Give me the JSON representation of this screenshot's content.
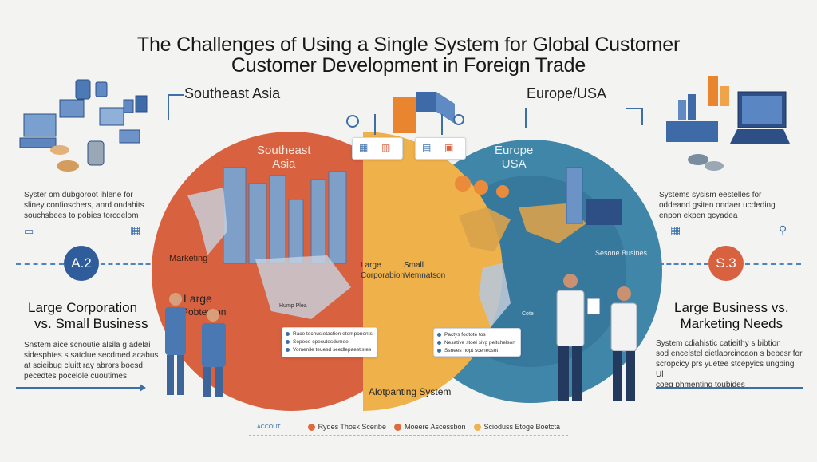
{
  "title": {
    "line1": "The Challenges of Using a Single System for Global Customer",
    "line2": "Customer Development in Foreign Trade"
  },
  "left": {
    "region": "Southeast Asia",
    "desc": [
      "Syster om dubgoroot ihlene for",
      "sliney confioschers, anrd ondahits",
      "souchsbees to pobies torcdelom"
    ],
    "badge": "A.2",
    "heading": [
      "Large Corporation",
      "vs.  Small Business"
    ],
    "body": [
      "Snstem aice scnoutie alsila g adelai",
      "sidesphtes  s satclue secdmed acabus",
      "at scieibug cluitt ray abrors boesd",
      "pecedtes pocelole cuoutimes"
    ]
  },
  "right": {
    "region": "Europe/USA",
    "desc": [
      "Systems sysism eestelles for",
      "oddeand gsiten ondaer ucdeding",
      "enpon ekpen gcyadea"
    ],
    "badge": "S.3",
    "heading": [
      "Large Business vs.",
      "Marketing Needs"
    ],
    "body": [
      "System cdiahistic catieithy s bibtion",
      "sod encelstel cietlaorcincaon s bebesr for",
      "scropcicy prs yuetee stcepyics ungbing Ul",
      "coeg phmenting toubides"
    ]
  },
  "circles": {
    "left_label": [
      "Southeast",
      "Asia"
    ],
    "marketing": "Marketing",
    "large_a": "Large",
    "large_b": "Pobtergon",
    "large_corp": [
      "Large",
      "Corporabion"
    ],
    "small": [
      "Small",
      "Memnatson"
    ],
    "right_label": [
      "Europe",
      "USA"
    ],
    "seonme": "Sesone Busines",
    "hump": "Hump Plea",
    "cote": "Cote",
    "system": "Alotpanting System"
  },
  "card_left": [
    "Race techusietaction etomponents",
    "Sepeoe cpecutesdsmee",
    "Vomenile teuesd seedlepaestistes"
  ],
  "card_right": [
    "Pactys footote tos",
    "Nesative stoel sivg peitchelson",
    "Ssnees hopt scehecsot"
  ],
  "legend": {
    "label": "ACCOUT",
    "items": [
      "Rydes Thosk Scenbe",
      "Moeere Ascessbon",
      "Scioduss Etoge Boetcta"
    ],
    "colors": [
      "#e06a3c",
      "#e06a3c",
      "#f1b14b"
    ]
  },
  "colors": {
    "orange": "#d8613f",
    "yellow": "#efb14a",
    "teal": "#3f86a8",
    "navy": "#243a63",
    "blue": "#3c6fa8"
  }
}
